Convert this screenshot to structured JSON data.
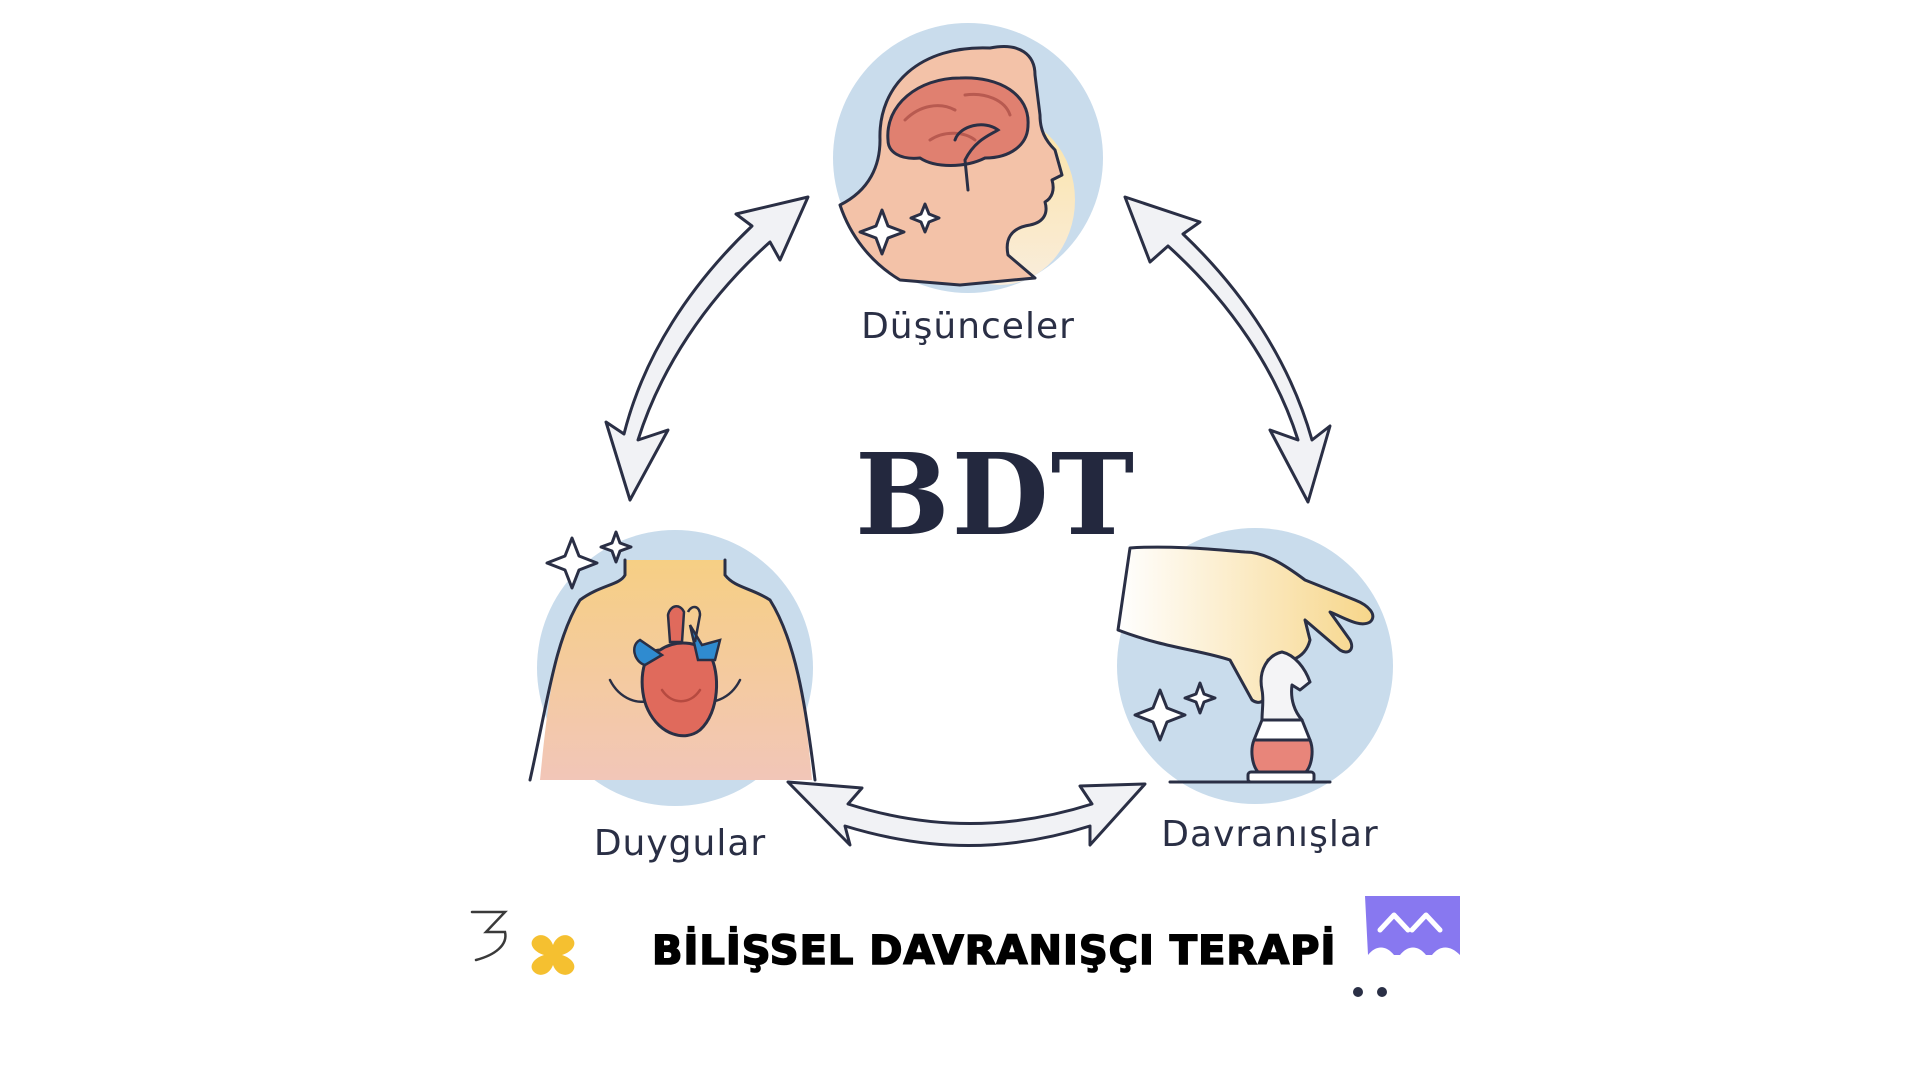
{
  "diagram": {
    "center": "BDT",
    "nodes": [
      {
        "id": "thoughts",
        "label": "Düşünceler",
        "icon": "head-brain-icon"
      },
      {
        "id": "emotions",
        "label": "Duygular",
        "icon": "chest-heart-icon"
      },
      {
        "id": "behaviors",
        "label": "Davranışlar",
        "icon": "hand-chess-icon"
      }
    ],
    "arrows": [
      {
        "from": "thoughts",
        "to": "emotions",
        "type": "bidirectional"
      },
      {
        "from": "thoughts",
        "to": "behaviors",
        "type": "bidirectional"
      },
      {
        "from": "emotions",
        "to": "behaviors",
        "type": "bidirectional"
      }
    ]
  },
  "footer": {
    "title": "BİLİŞSEL DAVRANIŞÇI TERAPİ",
    "decor": [
      "squiggle-icon",
      "yellow-x-icon",
      "purple-wave-icon",
      "dots-icon"
    ]
  },
  "colors": {
    "ink": "#2a2f45",
    "circle_bg": "#c9dcec",
    "skin_warm": "#f7d68a",
    "skin_red": "#e8857a",
    "heart_blue": "#2f8bd0",
    "accent_yellow": "#f5c030",
    "accent_purple": "#8878f0"
  }
}
